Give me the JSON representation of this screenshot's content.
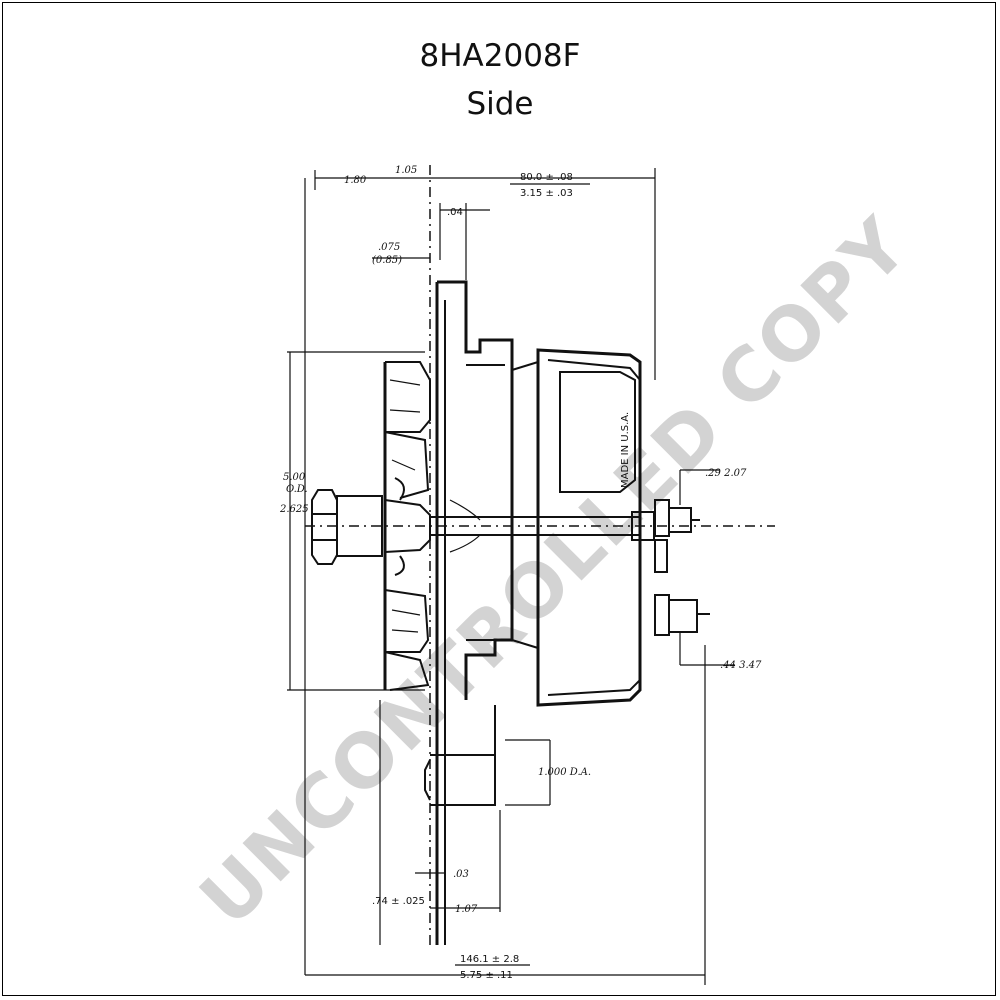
{
  "title": "8HA2008F",
  "subtitle": "Side",
  "watermark": "UNCONTROLLED COPY",
  "stamp_text": "MADE IN U.S.A.",
  "dimensions": {
    "left_top": "1.80",
    "small_top": "1.05",
    "overall_depth_mm": "80.0 ± .08",
    "overall_depth_in": "3.15 ± .03",
    "gap_04": ".04",
    "d_075": ".075",
    "d_085": "(0.85)",
    "pulley_od": "5.00",
    "pulley_od_label": "O.D.",
    "pulley_small": "2.625",
    "term_upper": ".29 2.07",
    "term_lower": ".44 3.47",
    "mount_dia": "1.000 D.A.",
    "d_03": ".03",
    "d_74": ".74 ± .025",
    "d_107": "1.07",
    "overall_length_mm": "146.1 ± 2.8",
    "overall_length_in": "5.75 ± .11"
  }
}
